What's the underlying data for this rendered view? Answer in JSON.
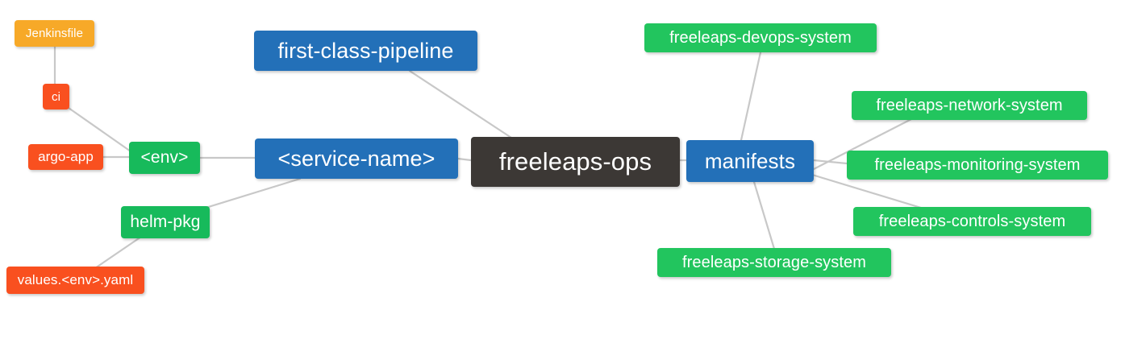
{
  "diagram": {
    "type": "mindmap",
    "title": "freeleaps-ops",
    "background": "#ffffff",
    "edge_color": "#c8c8c8",
    "palette": {
      "root": "#3c3835",
      "blue": "#2370b8",
      "green": "#22c55e",
      "green_alt": "#17ba5b",
      "orange": "#f7a928",
      "red": "#f9501f"
    }
  },
  "nodes": {
    "root": {
      "label": "freeleaps-ops",
      "color": "#3c3835",
      "font_size": "31px"
    },
    "service_name": {
      "label": "<service-name>",
      "color": "#2370b8",
      "font_size": "27px"
    },
    "first_class_pipeline": {
      "label": "first-class-pipeline",
      "color": "#2370b8",
      "font_size": "27px"
    },
    "manifests": {
      "label": "manifests",
      "color": "#2370b8",
      "font_size": "26px"
    },
    "env": {
      "label": "<env>",
      "color": "#17ba5b",
      "font_size": "21px"
    },
    "helm_pkg": {
      "label": "helm-pkg",
      "color": "#17ba5b",
      "font_size": "21px"
    },
    "jenkinsfile": {
      "label": "Jenkinsfile",
      "color": "#f7a928",
      "font_size": "15px"
    },
    "ci": {
      "label": "ci",
      "color": "#f9501f",
      "font_size": "15px"
    },
    "argo_app": {
      "label": "argo-app",
      "color": "#f9501f",
      "font_size": "17px"
    },
    "values_yaml": {
      "label": "values.<env>.yaml",
      "color": "#f9501f",
      "font_size": "17px"
    },
    "devops_system": {
      "label": "freeleaps-devops-system",
      "color": "#22c55e",
      "font_size": "20px"
    },
    "network_system": {
      "label": "freeleaps-network-system",
      "color": "#22c55e",
      "font_size": "20px"
    },
    "monitoring_system": {
      "label": "freeleaps-monitoring-system",
      "color": "#22c55e",
      "font_size": "20px"
    },
    "controls_system": {
      "label": "freeleaps-controls-system",
      "color": "#22c55e",
      "font_size": "20px"
    },
    "storage_system": {
      "label": "freeleaps-storage-system",
      "color": "#22c55e",
      "font_size": "20px"
    }
  },
  "edges": [
    {
      "from": "root",
      "to": "service_name"
    },
    {
      "from": "root",
      "to": "first_class_pipeline"
    },
    {
      "from": "root",
      "to": "manifests"
    },
    {
      "from": "service_name",
      "to": "env"
    },
    {
      "from": "service_name",
      "to": "helm_pkg"
    },
    {
      "from": "env",
      "to": "ci"
    },
    {
      "from": "env",
      "to": "argo_app"
    },
    {
      "from": "ci",
      "to": "jenkinsfile"
    },
    {
      "from": "helm_pkg",
      "to": "values_yaml"
    },
    {
      "from": "manifests",
      "to": "devops_system"
    },
    {
      "from": "manifests",
      "to": "network_system"
    },
    {
      "from": "manifests",
      "to": "monitoring_system"
    },
    {
      "from": "manifests",
      "to": "controls_system"
    },
    {
      "from": "manifests",
      "to": "storage_system"
    }
  ]
}
